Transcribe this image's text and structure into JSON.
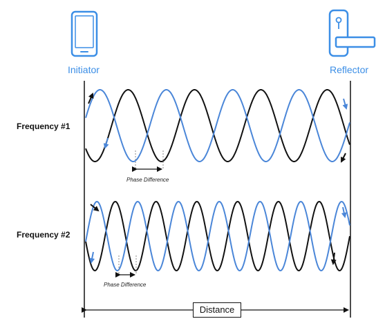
{
  "nodes": {
    "initiator": {
      "label": "Initiator",
      "icon": "phone-icon"
    },
    "reflector": {
      "label": "Reflector",
      "icon": "door-lock-icon"
    }
  },
  "frequencies": [
    {
      "label": "Frequency #1",
      "phase_label": "Phase Difference"
    },
    {
      "label": "Frequency #2",
      "phase_label": "Phase Difference"
    }
  ],
  "distance_label": "Distance",
  "colors": {
    "accent": "#3b8ee6",
    "wave_black": "#111111",
    "wave_blue": "#4a86d8"
  }
}
